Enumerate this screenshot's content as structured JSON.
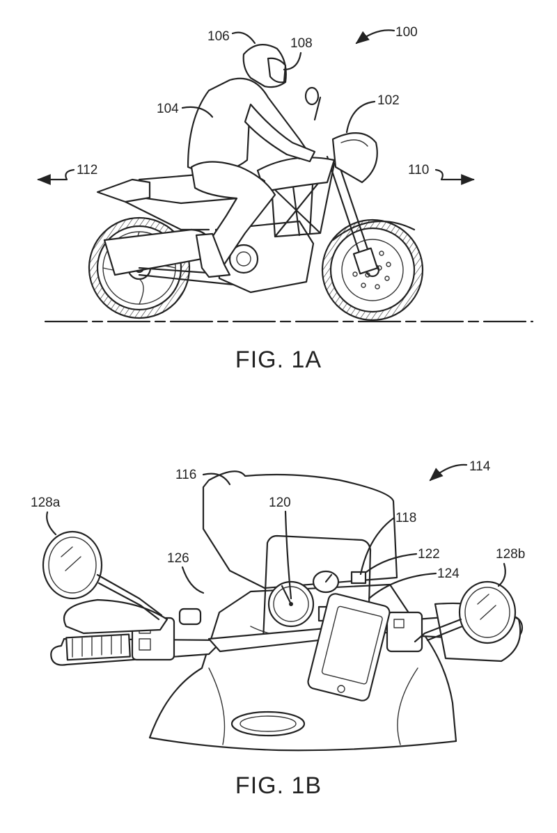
{
  "figures": [
    {
      "caption": "FIG. 1A",
      "refs": [
        {
          "label": "100",
          "leader": "arrow"
        },
        {
          "label": "102",
          "leader": "curve"
        },
        {
          "label": "104",
          "leader": "curve"
        },
        {
          "label": "106",
          "leader": "curve"
        },
        {
          "label": "108",
          "leader": "curve"
        },
        {
          "label": "110",
          "leader": "arrow"
        },
        {
          "label": "112",
          "leader": "arrow"
        }
      ]
    },
    {
      "caption": "FIG. 1B",
      "refs": [
        {
          "label": "114",
          "leader": "arrow"
        },
        {
          "label": "116",
          "leader": "curve"
        },
        {
          "label": "118",
          "leader": "curve"
        },
        {
          "label": "120",
          "leader": "curve"
        },
        {
          "label": "122",
          "leader": "curve"
        },
        {
          "label": "124",
          "leader": "curve"
        },
        {
          "label": "126",
          "leader": "curve"
        },
        {
          "label": "128a",
          "leader": "curve"
        },
        {
          "label": "128b",
          "leader": "curve"
        }
      ]
    }
  ],
  "colors": {
    "ink": "#222222",
    "paper": "#ffffff"
  }
}
